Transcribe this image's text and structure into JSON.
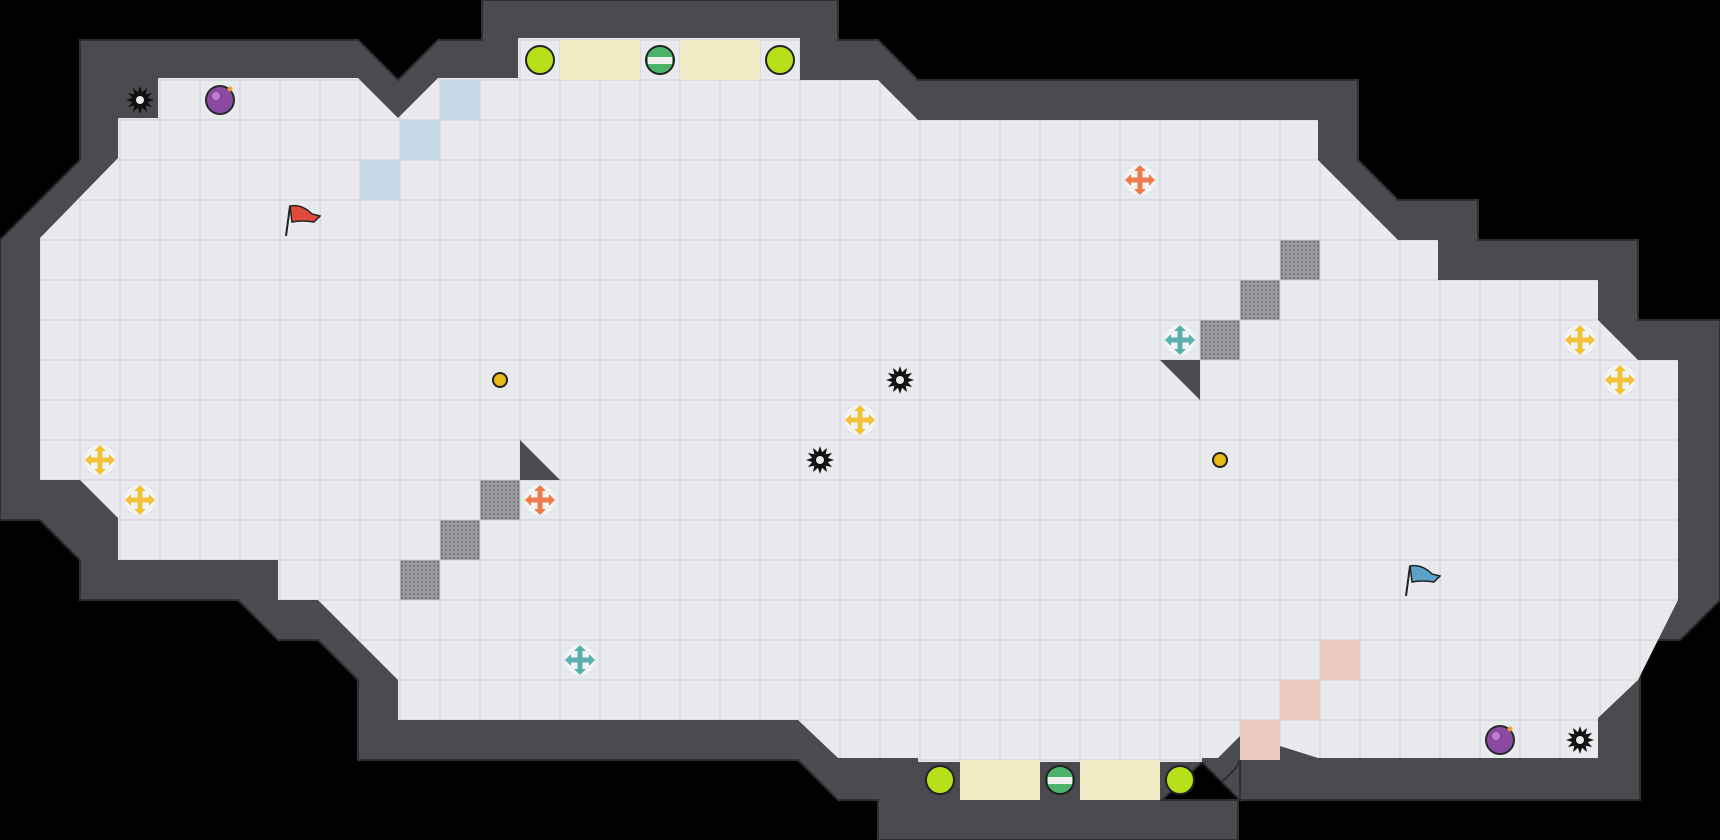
{
  "game": {
    "title": "",
    "map_name": "",
    "grid": {
      "cols": 43,
      "rows": 21
    },
    "colors": {
      "background": "#000000",
      "wall": "#4a4a4f",
      "wall_edge": "#2e2e33",
      "floor": "#e8eaee",
      "floor_grid": "#d4d7dc",
      "blue_zone": "#c5d8e6",
      "red_zone": "#ebc9bf",
      "gate_strip": "#eeedc5",
      "block": "#8e8e92",
      "red_team": "#e04a3a",
      "blue_team": "#5aa0c8",
      "orange_boost": "#f07a4a",
      "yellow_boost": "#f2c23a",
      "teal_boost": "#5aaeae",
      "gate_ball": "#b8e01a",
      "spike": "#111111",
      "bomb": "#8a4aa0",
      "coin": "#e8b814"
    },
    "flags": [
      {
        "team": "red",
        "icon": "red-flag-icon",
        "cell": [
          7,
          5
        ]
      },
      {
        "team": "blue",
        "icon": "blue-flag-icon",
        "cell": [
          35,
          14
        ]
      }
    ],
    "boosts": [
      {
        "color": "orange",
        "icon": "boost-arrows-icon",
        "cell": [
          28,
          4
        ]
      },
      {
        "color": "orange",
        "icon": "boost-arrows-icon",
        "cell": [
          13,
          12
        ]
      },
      {
        "color": "yellow",
        "icon": "boost-arrows-icon",
        "cell": [
          2,
          11
        ]
      },
      {
        "color": "yellow",
        "icon": "boost-arrows-icon",
        "cell": [
          3,
          12
        ]
      },
      {
        "color": "yellow",
        "icon": "boost-arrows-icon",
        "cell": [
          21,
          10
        ]
      },
      {
        "color": "yellow",
        "icon": "boost-arrows-icon",
        "cell": [
          39,
          8
        ]
      },
      {
        "color": "yellow",
        "icon": "boost-arrows-icon",
        "cell": [
          40,
          9
        ]
      },
      {
        "color": "teal",
        "icon": "boost-arrows-icon",
        "cell": [
          29,
          8
        ]
      },
      {
        "color": "teal",
        "icon": "boost-arrows-icon",
        "cell": [
          14,
          16
        ]
      }
    ],
    "spikes": [
      {
        "icon": "spike-icon",
        "cell": [
          3,
          2
        ]
      },
      {
        "icon": "spike-icon",
        "cell": [
          22,
          9
        ]
      },
      {
        "icon": "spike-icon",
        "cell": [
          20,
          11
        ]
      },
      {
        "icon": "spike-icon",
        "cell": [
          39,
          18
        ]
      }
    ],
    "bombs": [
      {
        "icon": "bomb-icon",
        "cell": [
          5,
          2
        ]
      },
      {
        "icon": "bomb-icon",
        "cell": [
          37,
          18
        ]
      }
    ],
    "coins": [
      {
        "icon": "coin-icon",
        "cell": [
          12,
          9
        ]
      },
      {
        "icon": "coin-icon",
        "cell": [
          30,
          11
        ]
      }
    ],
    "gates": [
      {
        "icon": "gate-ball-icon",
        "cell": [
          13,
          1
        ]
      },
      {
        "icon": "gate-ball-icon",
        "cell": [
          19,
          1
        ]
      },
      {
        "icon": "gate-ball-icon",
        "cell": [
          23,
          19
        ]
      },
      {
        "icon": "gate-ball-icon",
        "cell": [
          29,
          19
        ]
      }
    ],
    "portals": [
      {
        "icon": "portal-icon",
        "cell": [
          16,
          1
        ]
      },
      {
        "icon": "portal-icon",
        "cell": [
          26,
          19
        ]
      }
    ]
  }
}
